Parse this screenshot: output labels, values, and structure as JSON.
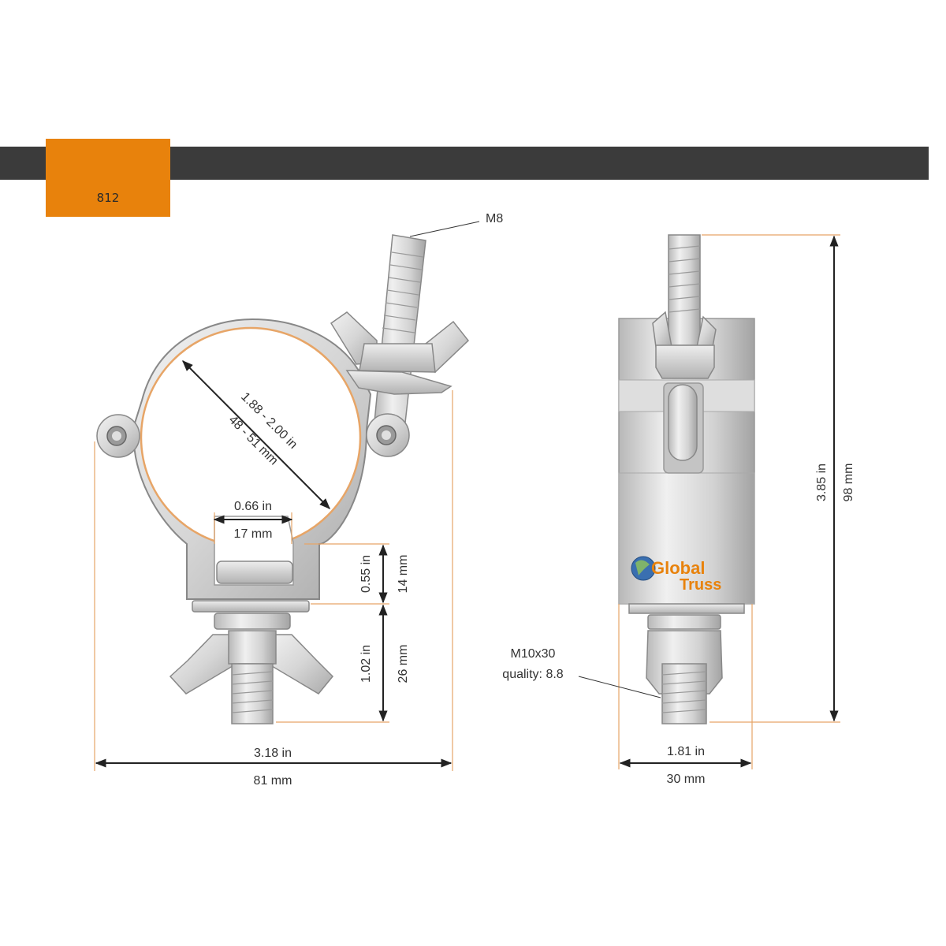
{
  "header": {
    "model": "812"
  },
  "labels": {
    "thread_top": "M8",
    "bore_in": "1.88 - 2.00 in",
    "bore_mm": "48 - 51 mm",
    "slot_in": "0.66 in",
    "slot_mm": "17 mm",
    "lower_in": "0.55 in",
    "lower_mm": "14 mm",
    "bolt_in": "1.02 in",
    "bolt_mm": "26 mm",
    "width_in": "3.18 in",
    "width_mm": "81 mm",
    "height_in": "3.85 in",
    "height_mm": "98 mm",
    "depth_in": "1.81 in",
    "depth_mm": "30 mm",
    "bolt_spec_1": "M10x30",
    "bolt_spec_2": "quality: 8.8",
    "logo_1": "Global",
    "logo_2": "Truss"
  },
  "colors": {
    "accent": "#e8820c",
    "banner": "#3b3b3b",
    "dimension": "#e7a567"
  }
}
